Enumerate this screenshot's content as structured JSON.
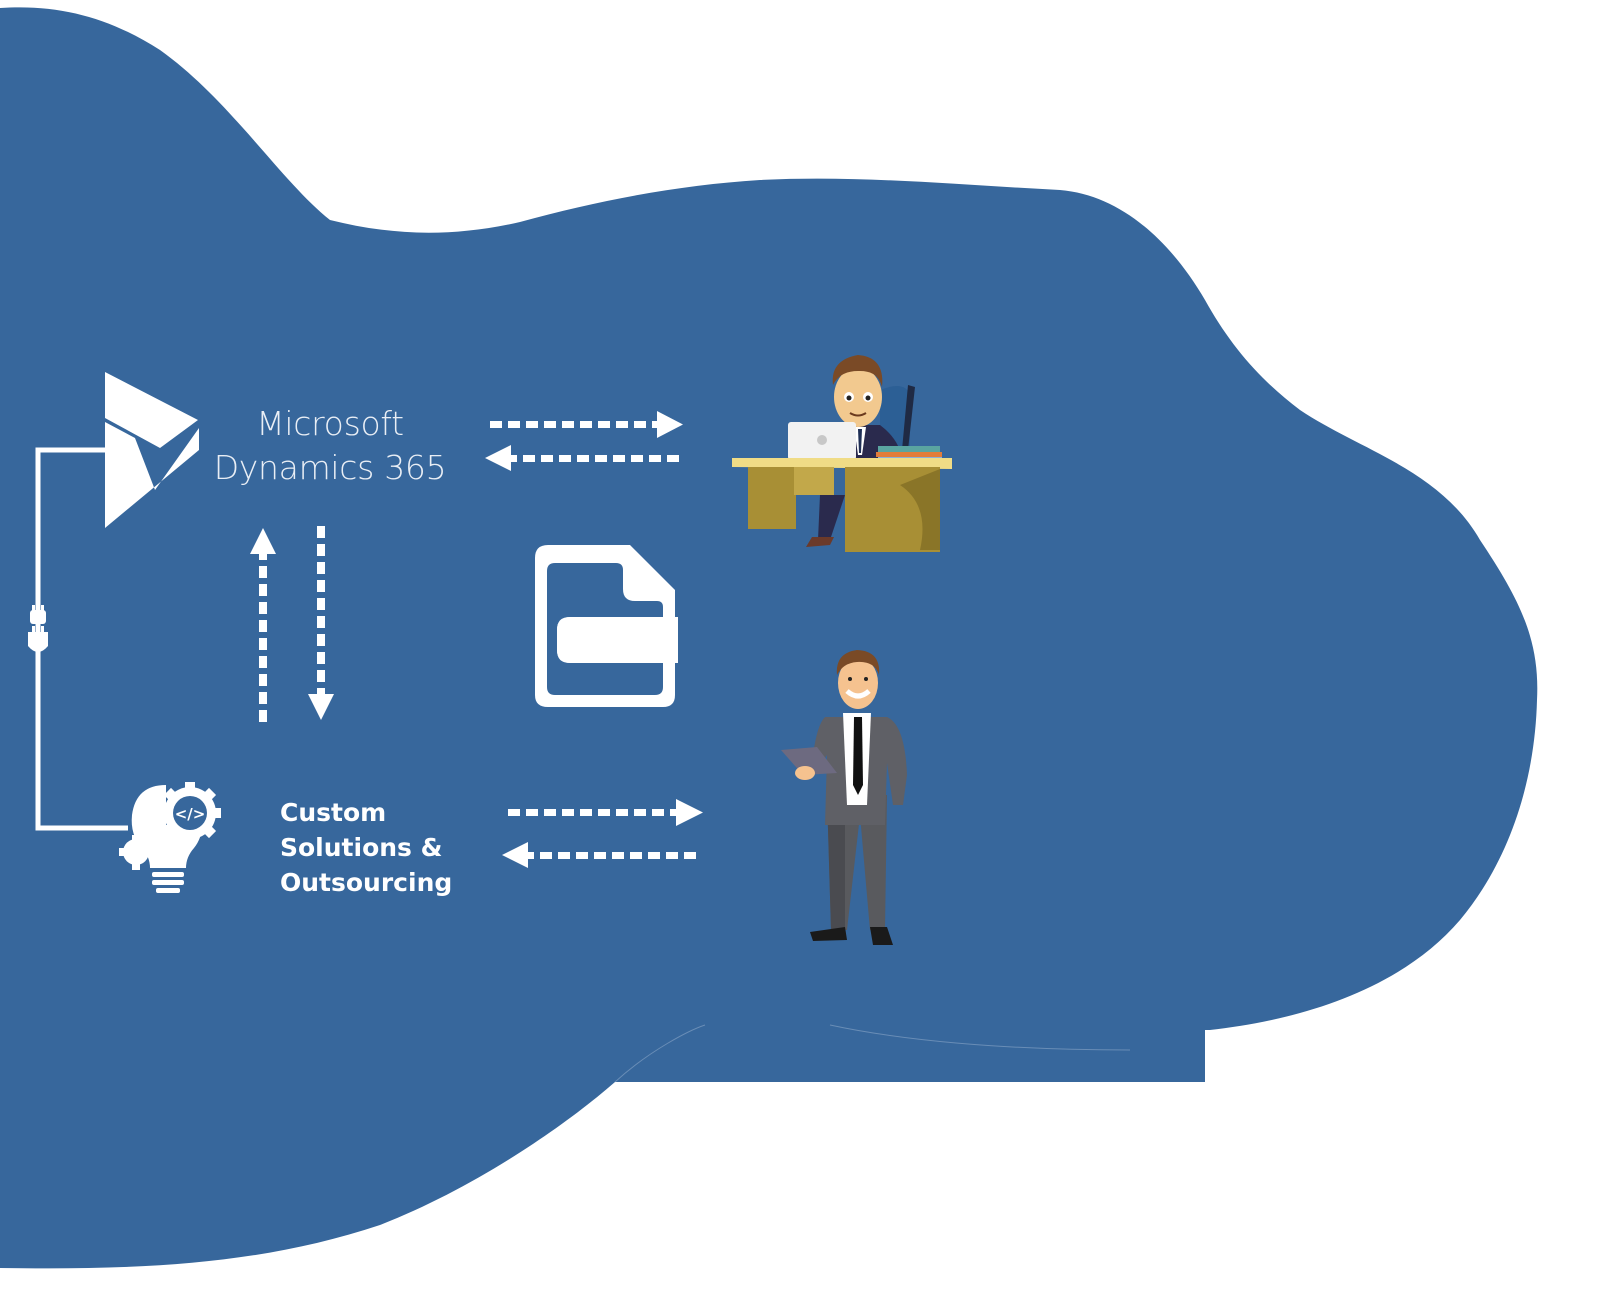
{
  "diagram": {
    "background_color": "#ffffff",
    "blob_color": "#37679c",
    "foreground_color": "#ffffff",
    "nodes": {
      "dynamics": {
        "icon": "dynamics-365-logo-icon",
        "line1": "Microsoft",
        "line2": "Dynamics 365"
      },
      "custom_solutions": {
        "icon": "lightbulb-gear-code-icon",
        "line1": "Custom",
        "line2": "Solutions &",
        "line3": "Outsourcing"
      },
      "document": {
        "icon": "document-icon"
      },
      "office_worker": {
        "icon": "businessman-at-desk-with-laptop-illustration"
      },
      "standing_worker": {
        "icon": "businessman-standing-with-tablet-illustration"
      }
    },
    "connectors": [
      {
        "from": "dynamics",
        "to": "office_worker",
        "type": "bidirectional-dashed-arrows"
      },
      {
        "from": "dynamics",
        "to": "custom_solutions",
        "type": "bidirectional-dashed-arrows-vertical"
      },
      {
        "from": "custom_solutions",
        "to": "standing_worker",
        "type": "bidirectional-dashed-arrows"
      },
      {
        "from": "custom_solutions",
        "to": "dynamics",
        "type": "plug-cable",
        "icon": "plug-connector-icon"
      }
    ]
  }
}
